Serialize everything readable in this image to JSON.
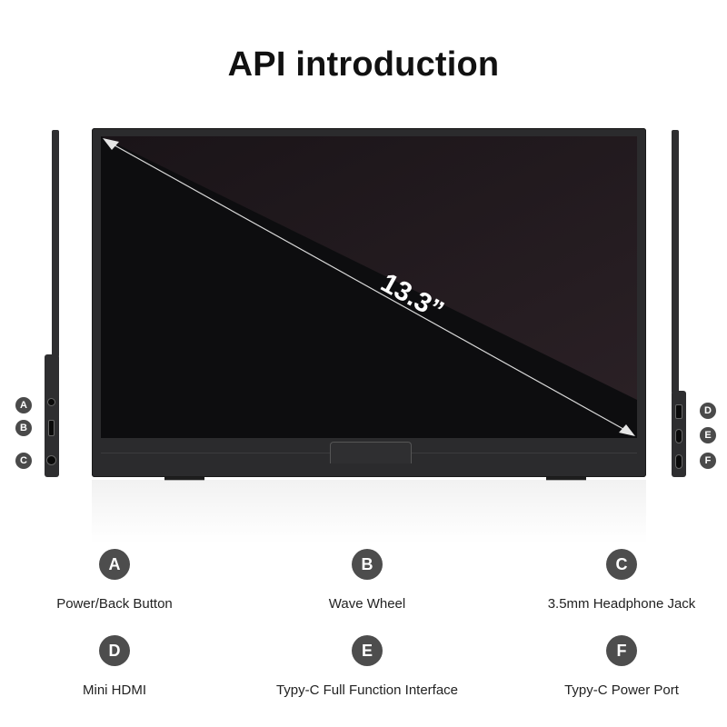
{
  "title": "API introduction",
  "screen_size_label": "13.3”",
  "side_markers": {
    "left": [
      "A",
      "B",
      "C"
    ],
    "right": [
      "D",
      "E",
      "F"
    ]
  },
  "legend": [
    {
      "letter": "A",
      "label": "Power/Back Button"
    },
    {
      "letter": "B",
      "label": "Wave Wheel"
    },
    {
      "letter": "C",
      "label": "3.5mm Headphone Jack"
    },
    {
      "letter": "D",
      "label": "Mini HDMI"
    },
    {
      "letter": "E",
      "label": "Typy-C Full Function Interface"
    },
    {
      "letter": "F",
      "label": "Typy-C Power Port"
    }
  ]
}
